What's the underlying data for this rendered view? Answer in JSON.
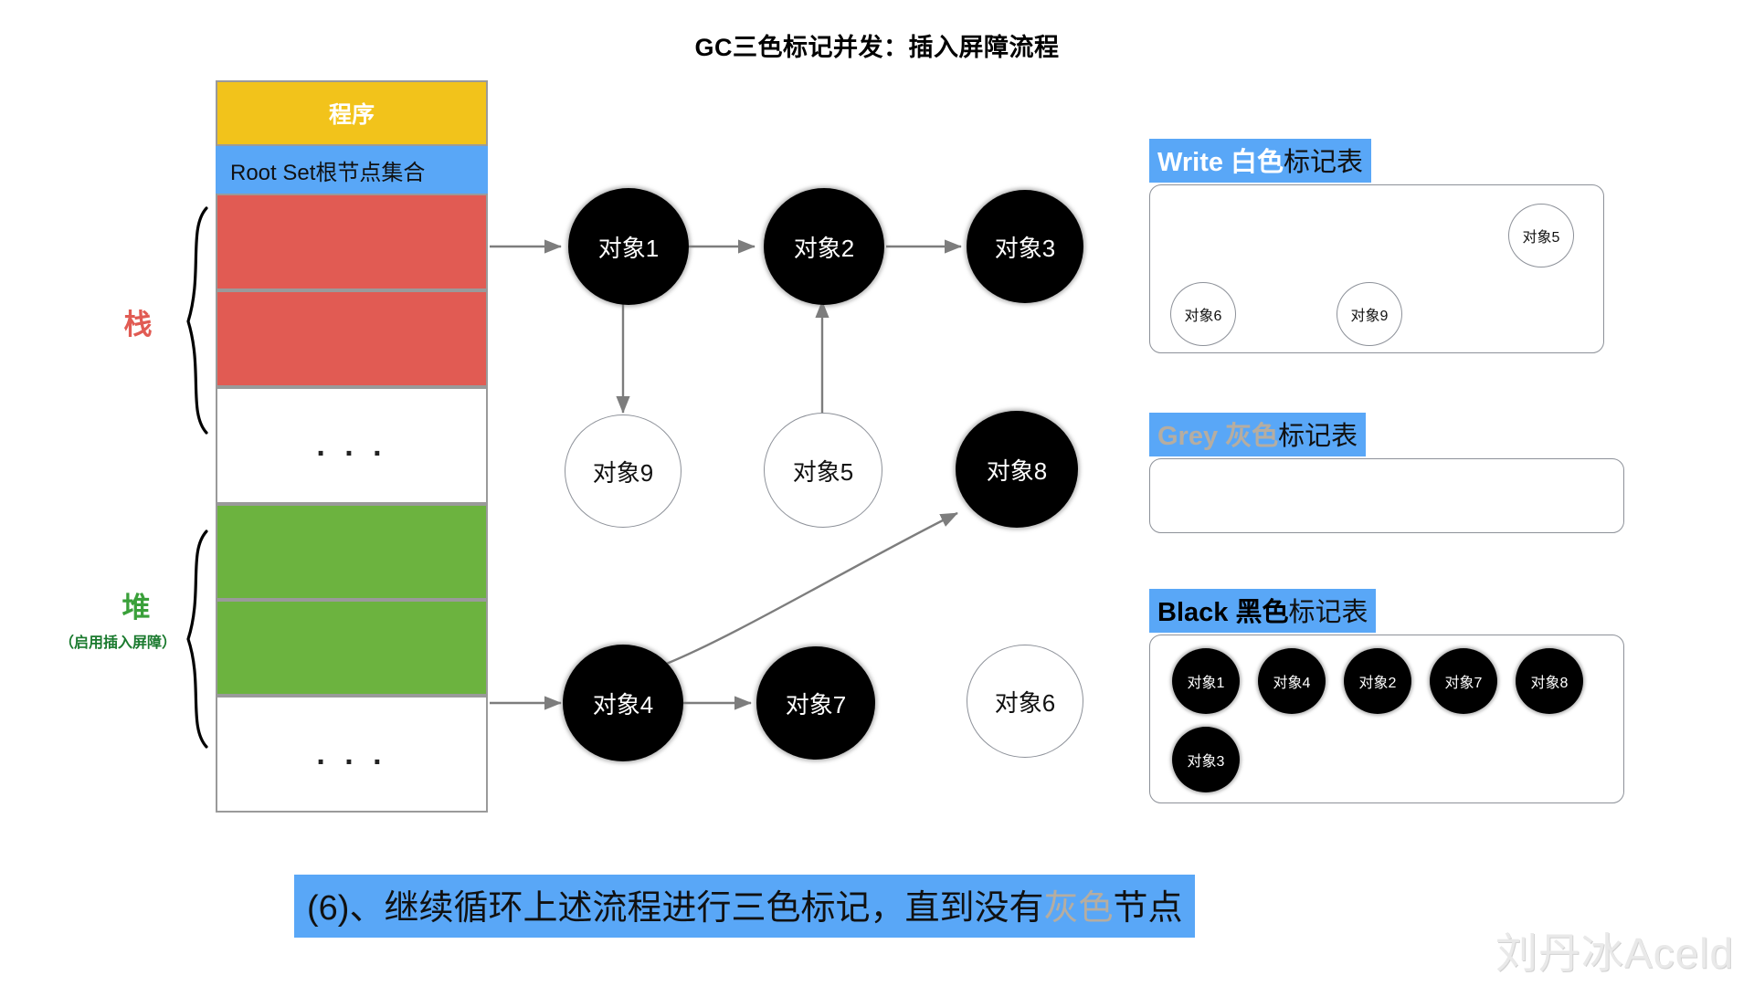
{
  "title": "GC三色标记并发：插入屏障流程",
  "memory": {
    "program_label": "程序",
    "root_set_label": "Root Set根节点集合",
    "ellipsis": ". . .",
    "stack_label": "栈",
    "heap_label": "堆",
    "heap_sub_label": "（启用插入屏障）"
  },
  "graph": {
    "nodes": [
      {
        "id": "obj1",
        "label": "对象1",
        "color": "black"
      },
      {
        "id": "obj2",
        "label": "对象2",
        "color": "black"
      },
      {
        "id": "obj3",
        "label": "对象3",
        "color": "black"
      },
      {
        "id": "obj9",
        "label": "对象9",
        "color": "white"
      },
      {
        "id": "obj5",
        "label": "对象5",
        "color": "white"
      },
      {
        "id": "obj8",
        "label": "对象8",
        "color": "black"
      },
      {
        "id": "obj4",
        "label": "对象4",
        "color": "black"
      },
      {
        "id": "obj7",
        "label": "对象7",
        "color": "black"
      },
      {
        "id": "obj6",
        "label": "对象6",
        "color": "white"
      }
    ],
    "edges": [
      {
        "from": "root-stack-1",
        "to": "obj1"
      },
      {
        "from": "obj1",
        "to": "obj2"
      },
      {
        "from": "obj2",
        "to": "obj3"
      },
      {
        "from": "obj1",
        "to": "obj9"
      },
      {
        "from": "obj5",
        "to": "obj2"
      },
      {
        "from": "root-heap-1",
        "to": "obj4"
      },
      {
        "from": "obj4",
        "to": "obj7"
      },
      {
        "from": "obj4",
        "to": "obj8"
      }
    ]
  },
  "tables": {
    "white": {
      "header_strong": "Write 白色",
      "header_tail": "标记表",
      "items": [
        "对象5",
        "对象6",
        "对象9"
      ]
    },
    "grey": {
      "header_strong": "Grey 灰色",
      "header_tail": "标记表",
      "items": []
    },
    "black": {
      "header_strong": "Black 黑色",
      "header_tail": "标记表",
      "items": [
        "对象1",
        "对象4",
        "对象2",
        "对象7",
        "对象8",
        "对象3"
      ]
    }
  },
  "caption": {
    "part1": "(6)、继续循环上述流程进行三色标记，直到没有",
    "highlight": "灰色",
    "part2": "节点"
  },
  "watermark": "刘丹冰Aceld",
  "colors": {
    "program": "#f2c31b",
    "root_set": "#59a7f7",
    "stack": "#e15b53",
    "heap": "#6cb33f",
    "accent_blue": "#59a7f7",
    "grey_text": "#b6ada0",
    "edge": "#7d7d7d"
  }
}
